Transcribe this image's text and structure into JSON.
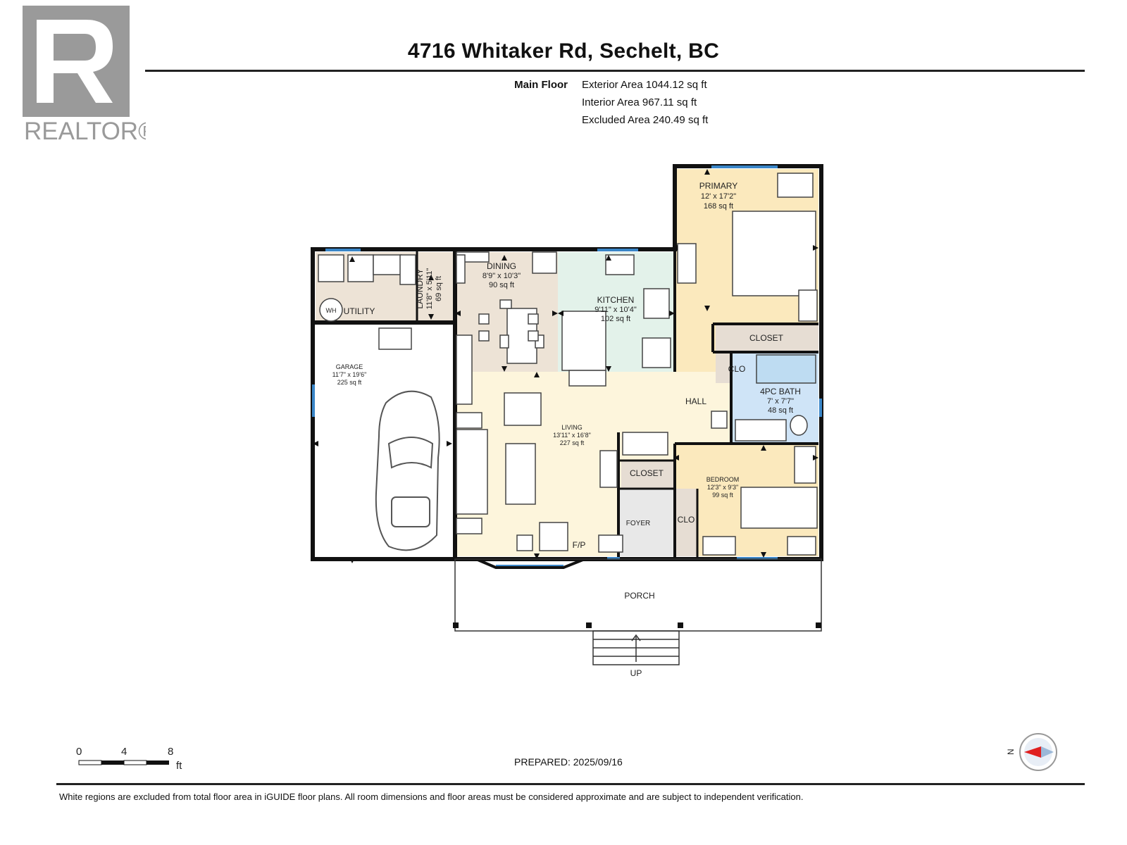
{
  "header": {
    "logo_text": "REALTOR®",
    "title": "4716 Whitaker Rd, Sechelt, BC"
  },
  "floor_summary": {
    "floor_name": "Main Floor",
    "exterior_area": "Exterior Area 1044.12 sq ft",
    "interior_area": "Interior Area 967.11 sq ft",
    "excluded_area": "Excluded Area 240.49 sq ft"
  },
  "rooms": {
    "primary": {
      "name": "PRIMARY",
      "dims": "12' x 17'2\"",
      "area": "168 sq ft"
    },
    "dining": {
      "name": "DINING",
      "dims": "8'9\" x 10'3\"",
      "area": "90 sq ft"
    },
    "kitchen": {
      "name": "KITCHEN",
      "dims": "9'11\" x 10'4\"",
      "area": "102 sq ft"
    },
    "laundry": {
      "name": "LAUNDRY",
      "dims": "11'8\" x 5'11\"",
      "area": "69 sq ft"
    },
    "utility": {
      "name": "UTILITY",
      "wh": "WH"
    },
    "garage": {
      "name": "GARAGE",
      "dims": "11'7\" x 19'6\"",
      "area": "225 sq ft"
    },
    "living": {
      "name": "LIVING",
      "dims": "13'11\" x 16'8\"",
      "area": "227 sq ft",
      "fp": "F/P"
    },
    "hall": {
      "name": "HALL"
    },
    "closet_primary": {
      "name": "CLOSET"
    },
    "clo_hall": {
      "name": "CLO"
    },
    "bath": {
      "name": "4PC BATH",
      "dims": "7' x 7'7\"",
      "area": "48 sq ft"
    },
    "closet_foyer": {
      "name": "CLOSET"
    },
    "foyer": {
      "name": "FOYER"
    },
    "clo_bedroom": {
      "name": "CLO"
    },
    "bedroom": {
      "name": "BEDROOM",
      "dims": "12'3\" x 9'3\"",
      "area": "99 sq ft"
    },
    "porch": {
      "name": "PORCH"
    },
    "stairs": {
      "label": "UP"
    }
  },
  "scale": {
    "labels": [
      "0",
      "4",
      "8"
    ],
    "unit": "ft"
  },
  "compass": {
    "label": "N"
  },
  "prepared": "PREPARED: 2025/09/16",
  "disclaimer": "White regions are excluded from total floor area in iGUIDE floor plans. All room dimensions and floor areas must be considered approximate and are subject to independent verification.",
  "colors": {
    "wall": "#111111",
    "primary_fill": "#fbe9bd",
    "living_fill": "#fdf5dc",
    "dining_fill": "#ede3d6",
    "kitchen_fill": "#e3f2ea",
    "bath_fill": "#cfe4f7",
    "closet_fill": "#e6ddd3",
    "foyer_fill": "#e8e8e8",
    "window": "#3a86c8",
    "logo_gray": "#9a9a9a"
  }
}
